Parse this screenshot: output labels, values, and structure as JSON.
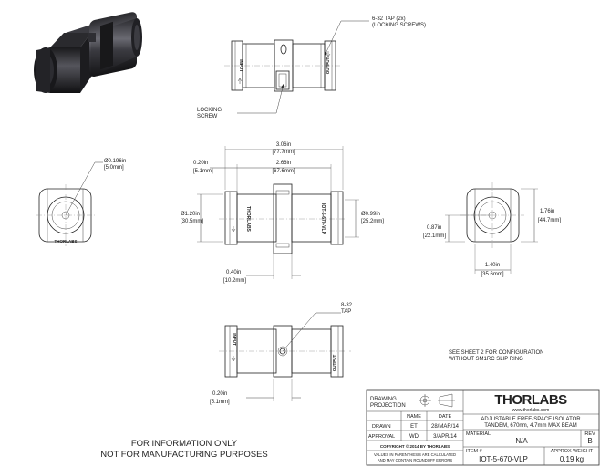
{
  "callouts": {
    "tap_top": [
      "6-32 TAP (2x)",
      "(LOCKING SCREWS)"
    ],
    "locking_screw": [
      "LOCKING",
      "SCREW"
    ],
    "tap_bottom": [
      "8-32",
      "TAP"
    ],
    "sheet_note": [
      "SEE SHEET 2 FOR CONFIGURATION",
      "WITHOUT SM1RC SLIP RING"
    ]
  },
  "dimensions": {
    "overall_length": [
      "3.06in",
      "[77.7mm]"
    ],
    "inner_length": [
      "2.66in",
      "[67.6mm]"
    ],
    "end_offset": [
      "0.20in",
      "[5.1mm]"
    ],
    "aperture": [
      "Ø0.196in",
      "[5.0mm]"
    ],
    "housing_dia": [
      "Ø1.20in",
      "[30.5mm]"
    ],
    "barrel_dia": [
      "Ø0.99in",
      "[25.2mm]"
    ],
    "collar_width": [
      "0.40in",
      "[10.2mm]"
    ],
    "height": [
      "1.76in",
      "[44.7mm]"
    ],
    "center_height": [
      "0.87in",
      "[22.1mm]"
    ],
    "base_width": [
      "1.40in",
      "[35.6mm]"
    ],
    "bottom_offset": [
      "0.20in",
      "[5.1mm]"
    ]
  },
  "part_markings": {
    "left_end": "INPUT",
    "right_end": "OUTPUT",
    "label": "IOT-5-670-VLP",
    "brand_small": "THORLABS"
  },
  "title_block": {
    "projection_label": [
      "DRAWING",
      "PROJECTION"
    ],
    "col_name": "NAME",
    "col_date": "DATE",
    "row_drawn_label": "DRAWN",
    "row_drawn_name": "ET",
    "row_drawn_date": "28/MAR/14",
    "row_approval_label": "APPROVAL",
    "row_approval_name": "WD",
    "row_approval_date": "3/APR/14",
    "copyright": "COPYRIGHT © 2014 BY THORLABS",
    "disclaimer": [
      "VALUES IN PARENTHESIS ARE CALCULATED",
      "AND MAY CONTAIN ROUNDOFF ERRORS"
    ],
    "logo": "THORLABS",
    "website": "www.thorlabs.com",
    "description": [
      "ADJUSTABLE FREE-SPACE ISOLATOR",
      "TANDEM, 670nm, 4.7mm MAX BEAM"
    ],
    "material_label": "MATERIAL",
    "material_value": "N/A",
    "rev_label": "REV",
    "rev_value": "B",
    "item_label": "ITEM #",
    "item_value": "IOT-5-670-VLP",
    "weight_label": "APPROX WEIGHT",
    "weight_value": "0.19 kg"
  },
  "footer_note": [
    "FOR INFORMATION ONLY",
    "NOT FOR MANUFACTURING PURPOSES"
  ]
}
